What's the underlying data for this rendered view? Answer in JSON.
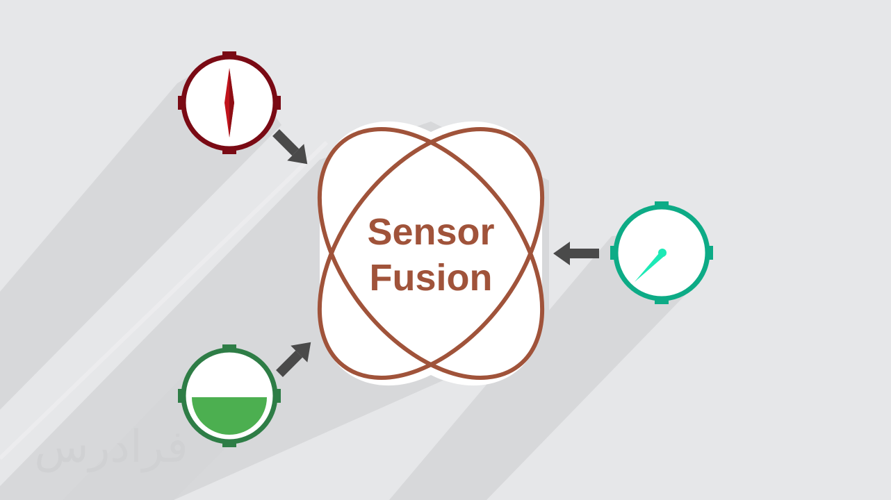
{
  "diagram": {
    "center_label_line1": "Sensor",
    "center_label_line2": "Fusion",
    "watermark_text": "فرادرس"
  },
  "sensors": [
    {
      "name": "compass",
      "icon": "compass-icon",
      "color": "#7a0a14",
      "needle_color": "#c0141c"
    },
    {
      "name": "level",
      "icon": "level-gauge-icon",
      "color": "#2e7d46",
      "fill_color": "#4caf50",
      "fill_level": 0.45
    },
    {
      "name": "gauge",
      "icon": "speed-gauge-icon",
      "color": "#0dab86",
      "needle_color": "#1de9b6"
    }
  ],
  "colors": {
    "background": "#e6e7e9",
    "shadow": "#d7d8da",
    "fusion_stroke": "#a0533a",
    "arrow": "#4a4a4a"
  }
}
